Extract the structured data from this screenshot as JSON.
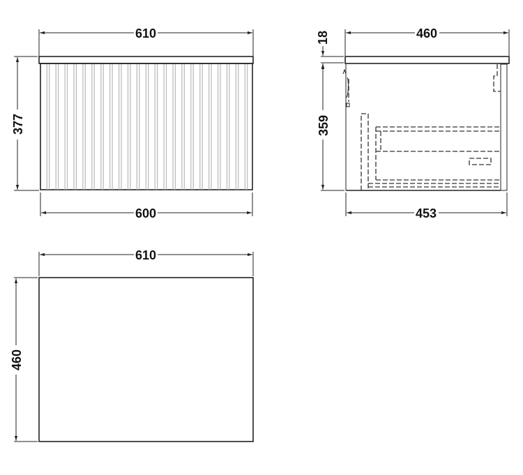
{
  "drawing": {
    "subject": "Wall-hung fluted vanity unit with worktop - technical dimension drawing",
    "line_color": "#222222",
    "flute_color": "#b8b8b8",
    "background": "#ffffff"
  },
  "views": {
    "front": {
      "name": "Front elevation",
      "dims": {
        "top_width": "610",
        "height": "377",
        "bottom_width": "600"
      },
      "flute_pairs": 23
    },
    "side": {
      "name": "Side elevation",
      "dims": {
        "top_depth": "460",
        "worktop_thickness": "18",
        "cabinet_height": "359",
        "bottom_depth": "453"
      }
    },
    "plan": {
      "name": "Plan view",
      "dims": {
        "width": "610",
        "depth": "460"
      }
    }
  }
}
